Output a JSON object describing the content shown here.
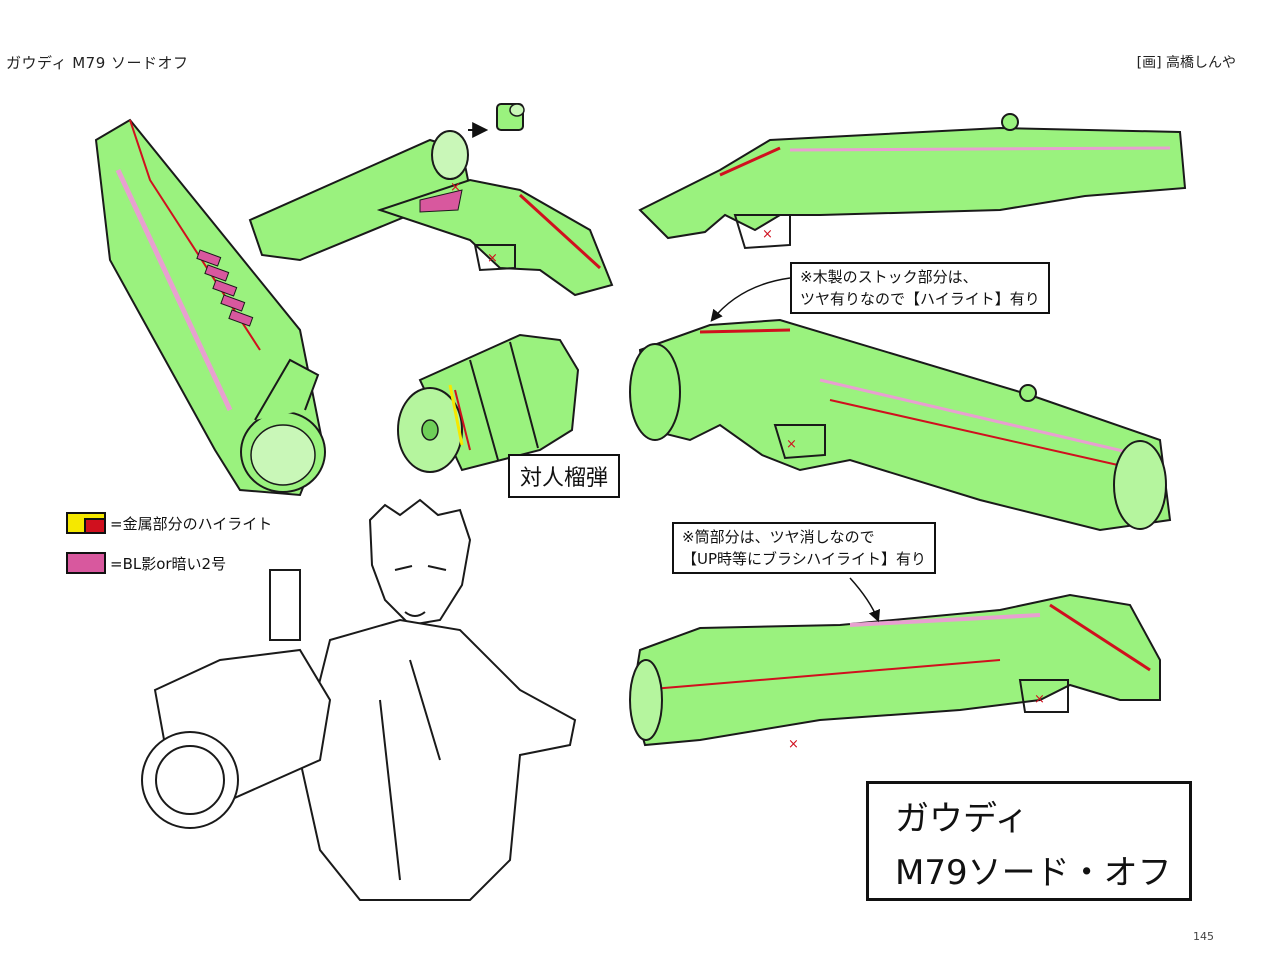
{
  "header": {
    "left_title": "ガウディ M79 ソードオフ",
    "right_credit": "[画] 高橋しんや"
  },
  "callouts": {
    "stock_note_line1": "※木製のストック部分は、",
    "stock_note_line2": "ツヤ有りなので【ハイライト】有り",
    "barrel_note_line1": "※筒部分は、ツヤ消しなので",
    "barrel_note_line2": "【UP時等にブラシハイライト】有り"
  },
  "ammo_label": "対人榴弾",
  "legend": [
    {
      "text": "=金属部分のハイライト",
      "color_main": "#f5e800",
      "color_sub": "#d0101e"
    },
    {
      "text": "=BL影or暗い2号",
      "color_main": "#d8589e",
      "color_sub": ""
    }
  ],
  "title_box": {
    "line1": "ガウディ",
    "line2": "M79ソード・オフ"
  },
  "page_number": "145",
  "colors": {
    "weapon_fill": "#9af27e",
    "highlight_red": "#d0101e",
    "highlight_yellow": "#f5e800",
    "shadow_pink": "#e8a0d0",
    "line": "#1a1a1a"
  }
}
